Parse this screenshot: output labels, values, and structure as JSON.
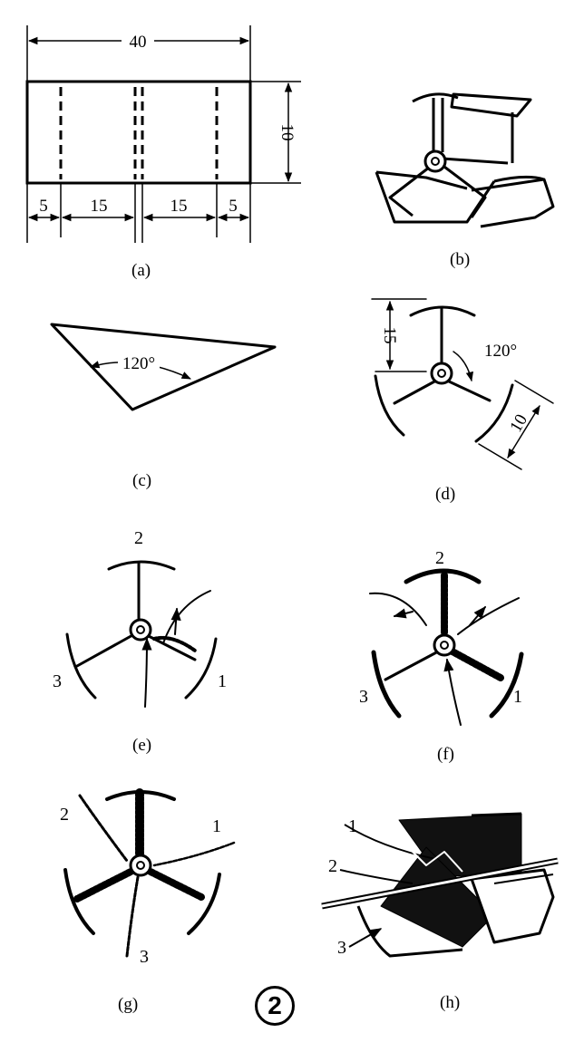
{
  "panels": {
    "a": {
      "caption": "(a)",
      "dims": {
        "width": "40",
        "height": "10",
        "seg1": "5",
        "seg2": "15",
        "seg3": "15",
        "seg4": "5"
      }
    },
    "b": {
      "caption": "(b)"
    },
    "c": {
      "caption": "(c)",
      "angle": "120°"
    },
    "d": {
      "caption": "(d)",
      "dim_15": "15",
      "angle": "120°",
      "dim_10": "10"
    },
    "e": {
      "caption": "(e)",
      "labels": [
        "1",
        "2",
        "3"
      ]
    },
    "f": {
      "caption": "(f)",
      "labels": [
        "1",
        "2",
        "3"
      ]
    },
    "g": {
      "caption": "(g)",
      "labels": [
        "1",
        "2",
        "3"
      ]
    },
    "h": {
      "caption": "(h)",
      "labels": [
        "1",
        "2",
        "3"
      ]
    }
  },
  "figure_number": "2"
}
